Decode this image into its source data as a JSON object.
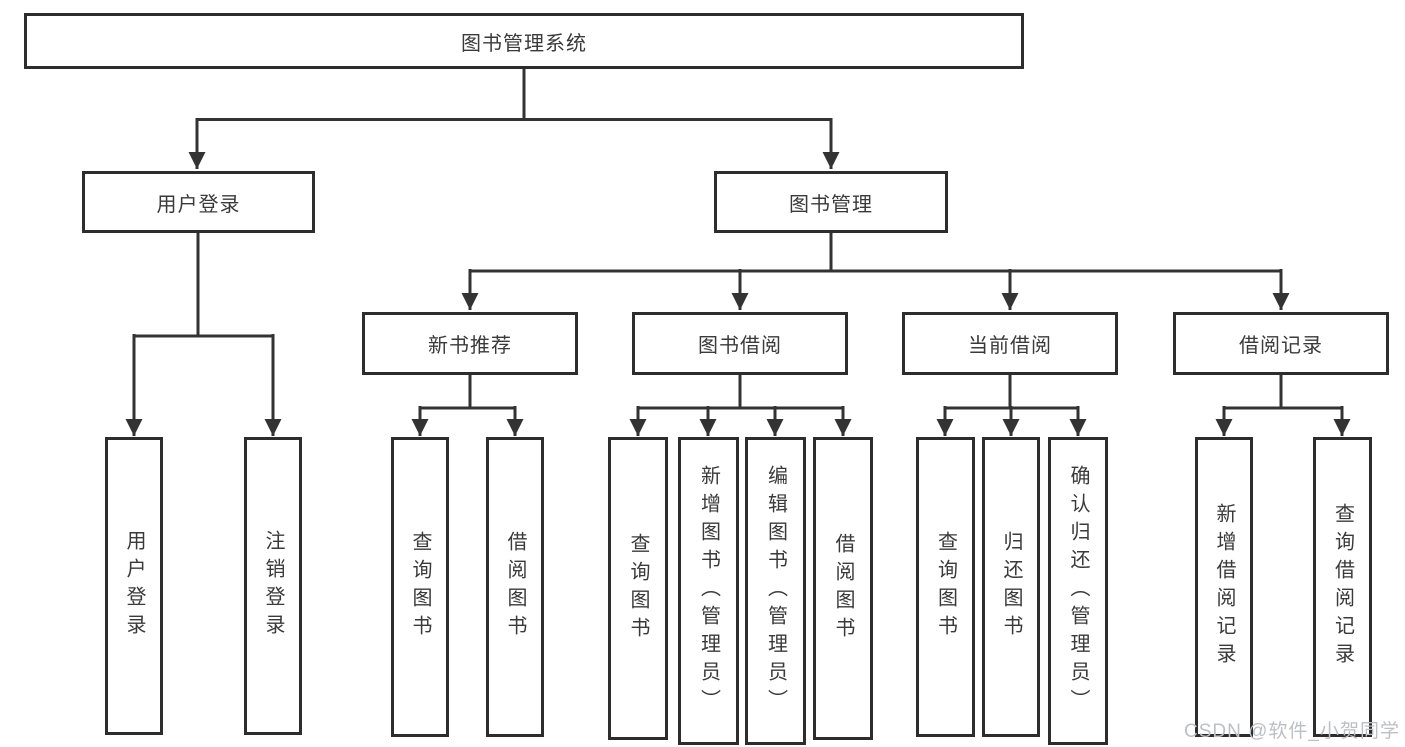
{
  "diagram": {
    "type": "hierarchy",
    "tree": {
      "label": "图书管理系统",
      "children": [
        {
          "label": "用户登录",
          "children": [
            {
              "label": "用户登录"
            },
            {
              "label": "注销登录"
            }
          ]
        },
        {
          "label": "图书管理",
          "children": [
            {
              "label": "新书推荐",
              "children": [
                {
                  "label": "查询图书"
                },
                {
                  "label": "借阅图书"
                }
              ]
            },
            {
              "label": "图书借阅",
              "children": [
                {
                  "label": "查询图书"
                },
                {
                  "label": "新增图书（管理员）"
                },
                {
                  "label": "编辑图书（管理员）"
                },
                {
                  "label": "借阅图书"
                }
              ]
            },
            {
              "label": "当前借阅",
              "children": [
                {
                  "label": "查询图书"
                },
                {
                  "label": "归还图书"
                },
                {
                  "label": "确认归还（管理员）"
                }
              ]
            },
            {
              "label": "借阅记录",
              "children": [
                {
                  "label": "新增借阅记录"
                },
                {
                  "label": "查询借阅记录"
                }
              ]
            }
          ]
        }
      ]
    },
    "colors": {
      "line": "#333333",
      "box_border": "#2d2d2d",
      "text": "#3a3a3a",
      "background": "#ffffff",
      "watermark": "#bcc0c5"
    }
  },
  "watermark": {
    "text": "CSDN @软件_小贺同学"
  }
}
